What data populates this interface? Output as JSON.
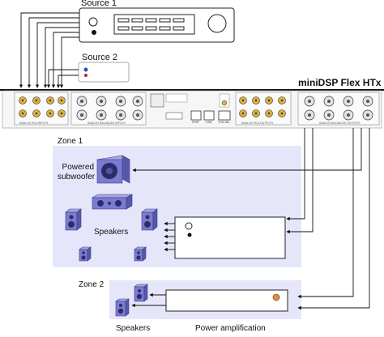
{
  "source1": {
    "label": "Source 1"
  },
  "source2": {
    "label": "Source 2"
  },
  "device": {
    "name": "miniDSP Flex HTx",
    "panel_sections": [
      "ANALOG RCA INPUTS",
      "ANALOG BALANCED INPUTS",
      "ANALOG RCA OUTPUTS",
      "ANALOG BALANCED OUTPUTS"
    ],
    "port_labels": [
      "PWR",
      "USB",
      "TOSLINK"
    ]
  },
  "zone1": {
    "title": "Zone 1",
    "subwoofer_label_line1": "Powered",
    "subwoofer_label_line2": "subwoofer",
    "speakers_label": "Speakers"
  },
  "zone2": {
    "title": "Zone 2",
    "speakers_label": "Speakers",
    "amp_label": "Power amplification"
  },
  "colors": {
    "zone_fill": "#e6e6fb",
    "speaker": "#7b7bd0",
    "speaker_dark": "#3c3c8c",
    "rca_gold": "#d8b040",
    "source2_blue": "#2a4fd0",
    "source2_red": "#c02020",
    "amp_led": "#f08840"
  }
}
